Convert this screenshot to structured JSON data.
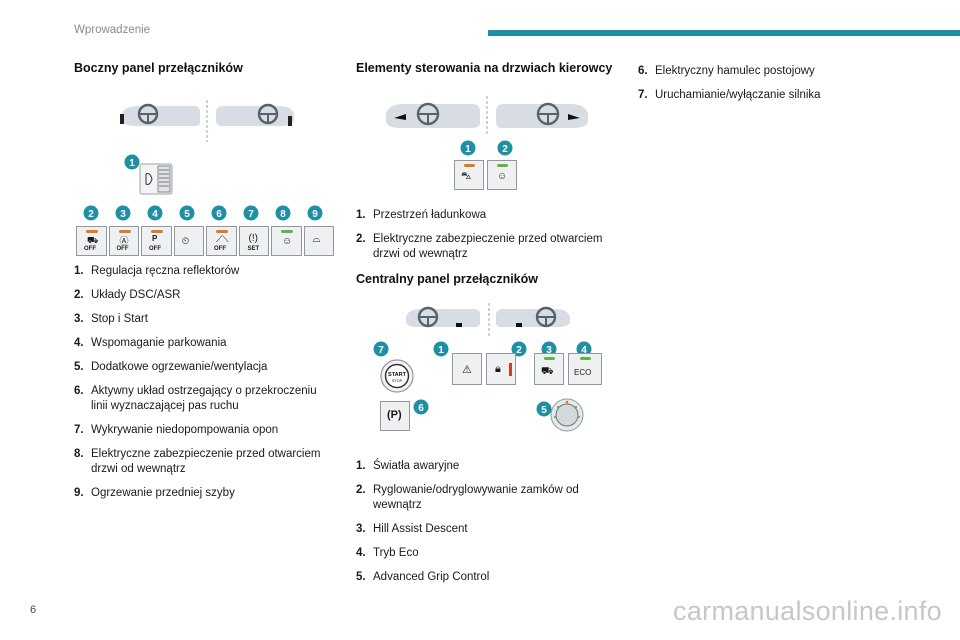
{
  "header": {
    "section": "Wprowadzenie",
    "accent_color": "#1f8fa4"
  },
  "page_number": "6",
  "watermark": "carmanualsonline.info",
  "col1": {
    "title": "Boczny panel przełączników",
    "figure": {
      "callouts": [
        "1",
        "2",
        "3",
        "4",
        "5",
        "6",
        "7",
        "8",
        "9"
      ],
      "button_texts": [
        "OFF",
        "OFF",
        "OFF",
        "OFF",
        "SET"
      ],
      "icons": [
        "headlamp-adjust-icon",
        "dsc-asr-off-icon",
        "stop-start-off-icon",
        "park-assist-off-icon",
        "auxiliary-heating-icon",
        "lane-departure-off-icon",
        "tyre-pressure-set-icon",
        "child-lock-icon",
        "windscreen-heating-icon"
      ]
    },
    "items": [
      {
        "num": "1.",
        "text": "Regulacja ręczna reflektorów"
      },
      {
        "num": "2.",
        "text": "Układy DSC/ASR"
      },
      {
        "num": "3.",
        "text": "Stop i Start"
      },
      {
        "num": "4.",
        "text": "Wspomaganie parkowania"
      },
      {
        "num": "5.",
        "text": "Dodatkowe ogrzewanie/wentylacja"
      },
      {
        "num": "6.",
        "text": "Aktywny układ ostrzegający o przekroczeniu linii wyznaczającej pas ruchu"
      },
      {
        "num": "7.",
        "text": "Wykrywanie niedopompowania opon"
      },
      {
        "num": "8.",
        "text": "Elektryczne zabezpieczenie przed otwarciem drzwi od wewnątrz"
      },
      {
        "num": "9.",
        "text": "Ogrzewanie przedniej szyby"
      }
    ]
  },
  "col2": {
    "title_a": "Elementy sterowania na drzwiach kierowcy",
    "figure_a": {
      "callouts": [
        "1",
        "2"
      ],
      "icons": [
        "cargo-space-icon",
        "child-lock-icon"
      ]
    },
    "items_a": [
      {
        "num": "1.",
        "text": "Przestrzeń ładunkowa"
      },
      {
        "num": "2.",
        "text": "Elektryczne zabezpieczenie przed otwarciem drzwi od wewnątrz"
      }
    ],
    "title_b": "Centralny panel przełączników",
    "figure_b": {
      "callouts": [
        "7",
        "1",
        "2",
        "3",
        "4",
        "5",
        "6"
      ],
      "start_label": "START",
      "stop_label": "STOP",
      "eco_label": "ECO",
      "icons": [
        "hazard-warning-icon",
        "central-locking-icon",
        "hill-descent-icon",
        "park-brake-icon",
        "grip-control-dial-icon"
      ]
    },
    "items_b": [
      {
        "num": "1.",
        "text": "Światła awaryjne"
      },
      {
        "num": "2.",
        "text": "Ryglowanie/odryglowywanie zamków od wewnątrz"
      },
      {
        "num": "3.",
        "text": "Hill Assist Descent"
      },
      {
        "num": "4.",
        "text": "Tryb Eco"
      },
      {
        "num": "5.",
        "text": "Advanced Grip Control"
      }
    ]
  },
  "col3": {
    "items": [
      {
        "num": "6.",
        "text": "Elektryczny hamulec postojowy"
      },
      {
        "num": "7.",
        "text": "Uruchamianie/wyłączanie silnika"
      }
    ]
  }
}
